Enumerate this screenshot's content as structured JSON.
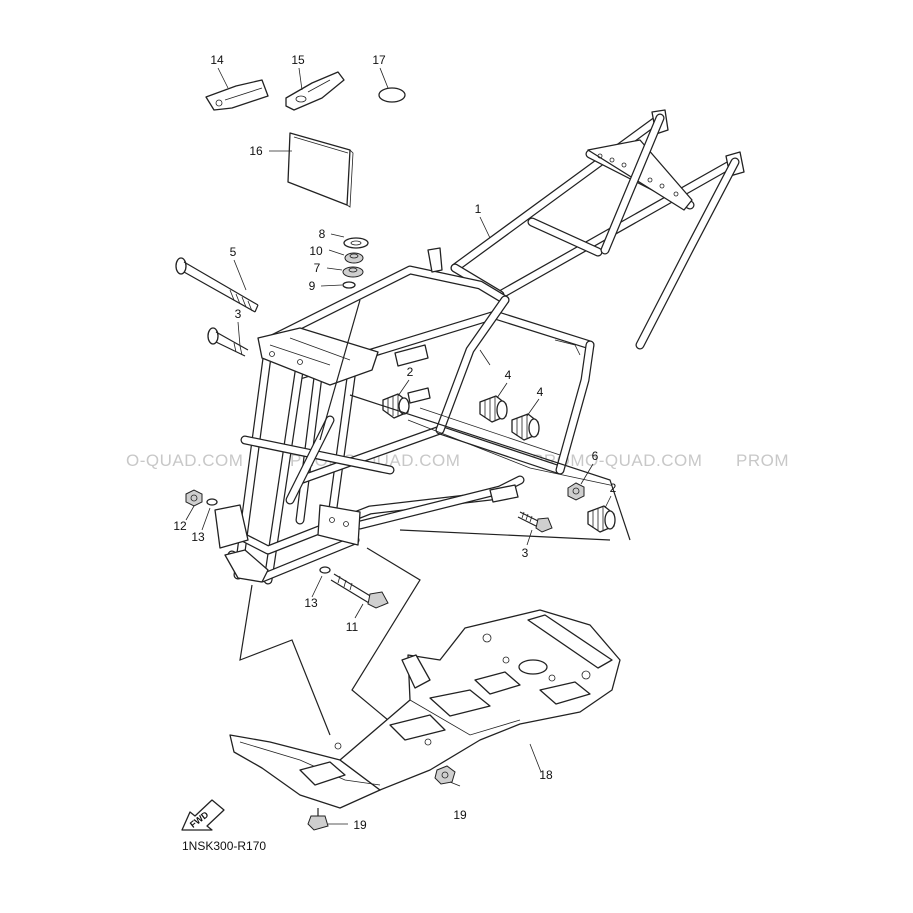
{
  "diagram": {
    "code": "1NSK300-R170",
    "fwd_label": "FWD",
    "watermarks": [
      "O-QUAD.COM",
      "PROMO-QUAD.COM",
      "PROMO-QUAD.COM",
      "PROM"
    ],
    "callouts": [
      "14",
      "15",
      "17",
      "16",
      "8",
      "10",
      "7",
      "9",
      "5",
      "1",
      "3",
      "2",
      "4",
      "4",
      "6",
      "2",
      "12",
      "13",
      "13",
      "3",
      "11",
      "18",
      "19",
      "19"
    ]
  }
}
